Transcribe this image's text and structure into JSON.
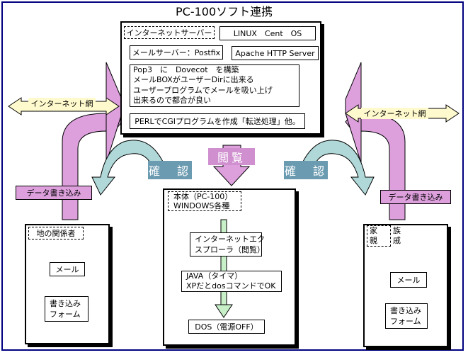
{
  "title": "PC-100ソフト連携",
  "server": {
    "label": "インターネットサーバー",
    "os": "LINUX　Cent　OS",
    "mail": "メールサーバー：Postfix",
    "http": "Apache HTTP Server",
    "pop3_lines": [
      "Pop3　に　Dovecot　を構築",
      "メールBOXがユーザーDirに出来る",
      "ユーザープログラムでメールを吸い上げ",
      "出来るので都合が良い"
    ],
    "perl": "PERLでCGIプログラムを作成「転送処理」他。"
  },
  "labels": {
    "internet_left": "インターネット網",
    "internet_right": "インターネット網",
    "write_left": "データ書き込み",
    "write_right": "データ書き込み",
    "confirm_left": "確　認",
    "confirm_right": "確　認",
    "browse": "閲覧"
  },
  "main_pc": {
    "label_line1": "本体（PC-100）",
    "label_line2": "WINDOWS各種",
    "ie_line1": "インターネットエク",
    "ie_line2": "スプローラ（閲覧）",
    "java_line1": "JAVA（タイマ）",
    "java_line2": "XPだとdosコマンドでOK",
    "dos": "DOS（電源OFF）"
  },
  "left_pc": {
    "label": "地の関係者",
    "mail": "メール",
    "form_line1": "書き込み",
    "form_line2": "フォーム"
  },
  "right_pc": {
    "label_line1": "家　　族",
    "label_line2": "親　　戚",
    "mail": "メール",
    "form_line1": "書き込み",
    "form_line2": "フォーム"
  }
}
